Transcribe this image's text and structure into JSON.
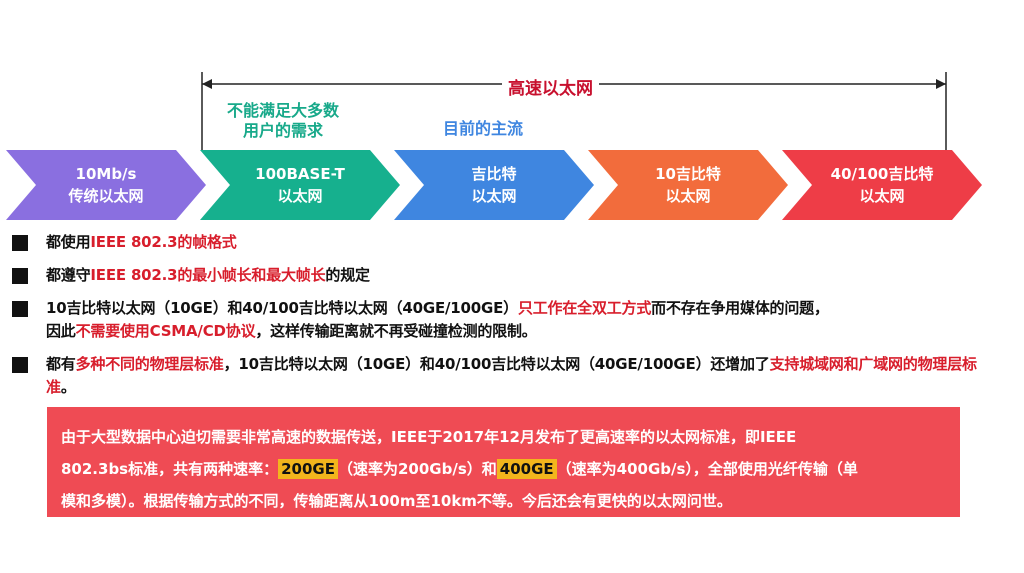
{
  "header": {
    "range_label": "高速以太网",
    "note_left": [
      "不能满足大多数",
      "用户的需求"
    ],
    "note_main": "目前的主流"
  },
  "stages": [
    {
      "line1": "10Mb/s",
      "line2": "传统以太网",
      "color": "#8a6fe0"
    },
    {
      "line1": "100BASE-T",
      "line2": "以太网",
      "color": "#16b08e"
    },
    {
      "line1": "吉比特",
      "line2": "以太网",
      "color": "#3f86e0"
    },
    {
      "line1": "10吉比特",
      "line2": "以太网",
      "color": "#f26c3c"
    },
    {
      "line1": "40/100吉比特",
      "line2": "以太网",
      "color": "#ee3d47"
    }
  ],
  "colors": {
    "teal_note": "#18a98a",
    "blue_note": "#3f86e0",
    "red_text": "#d81e2c",
    "bracket": "#222222",
    "box_bg": "#ef4b54",
    "highlight": "#f2b51c"
  },
  "bullets": [
    {
      "a": "都使用",
      "b": "IEEE 802.3的帧格式"
    },
    {
      "a": "都遵守",
      "b": "IEEE 802.3的最小帧长和最大帧长",
      "c": "的规定"
    },
    {
      "a": "10吉比特以太网（10GE）和40/100吉比特以太网（40GE/100GE）",
      "b": "只工作在全双工方式",
      "c": "而不存在争用媒体的问题，",
      "d": "因此",
      "e": "不需要使用CSMA/CD协议",
      "f": "，这样传输距离就不再受碰撞检测的限制。"
    },
    {
      "a": "都有",
      "b": "多种不同的物理层标准",
      "c": "，10吉比特以太网（10GE）和40/100吉比特以太网（40GE/100GE）还增加了",
      "d": "支持城域网和广域网的物理层标准",
      "e": "。"
    }
  ],
  "box": {
    "t1": "由于大型数据中心迫切需要非常高速的数据传送，IEEE于2017年12月发布了更高速率的以太网标准，即IEEE",
    "t2": "802.3bs标准，共有两种速率：",
    "h1": "200GE",
    "t3": "（速率为200Gb/s）和",
    "h2": "400GE",
    "t4": "（速率为400Gb/s），全部使用光纤传输（单",
    "t5": "模和多模）。根据传输方式的不同，传输距离从100m至10km不等。今后还会有更快的以太网问世。"
  }
}
